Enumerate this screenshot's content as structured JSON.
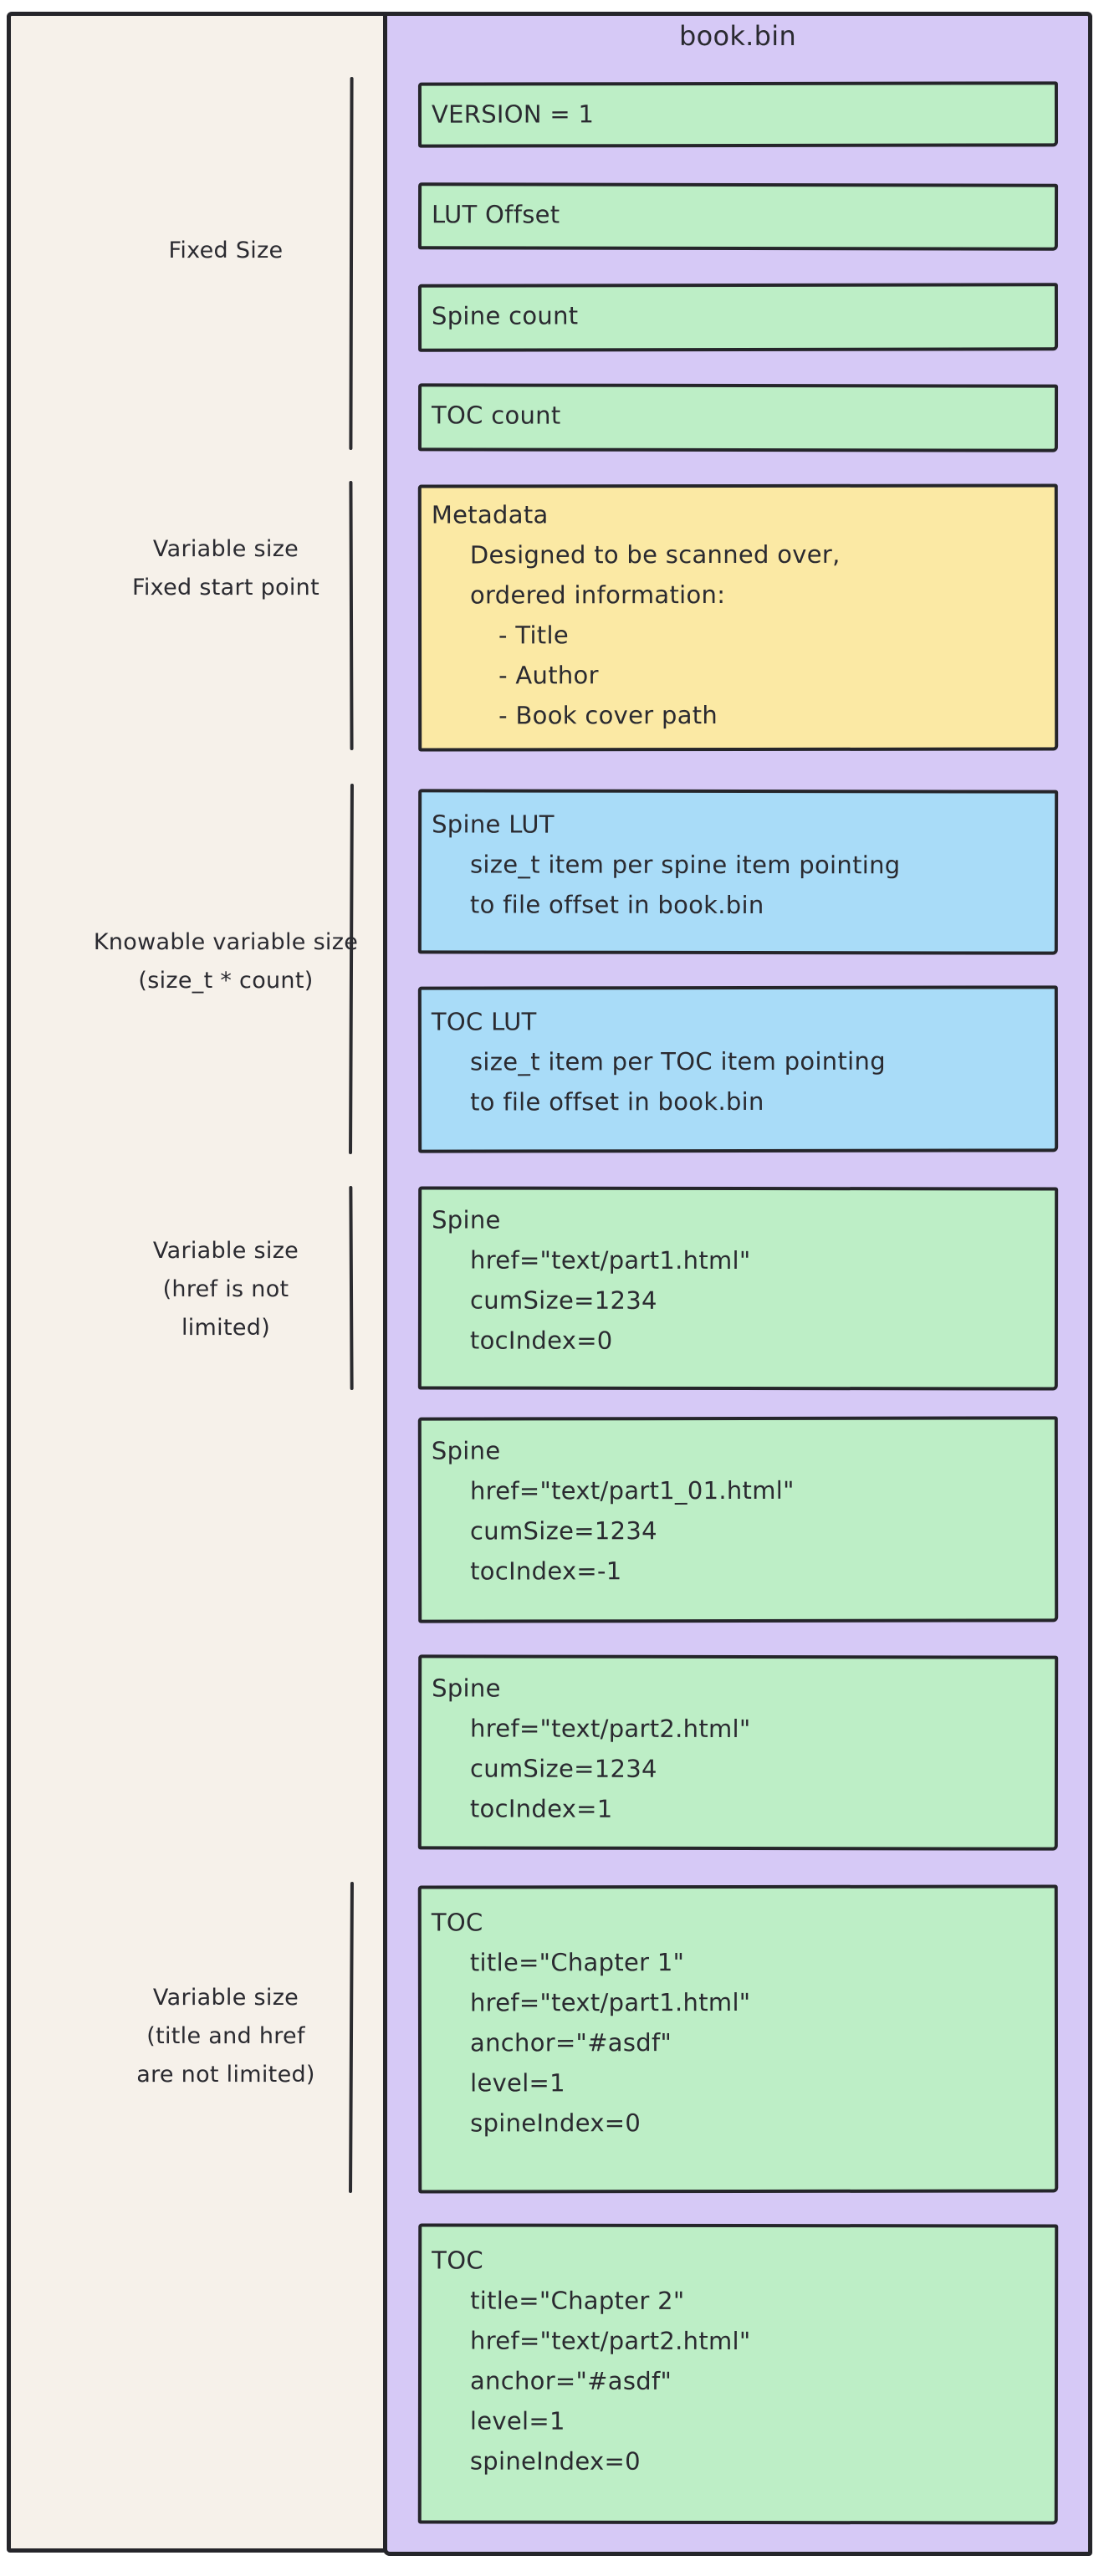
{
  "title": "book.bin",
  "colors": {
    "paper": "#f6f1ea",
    "purple": "#d6c9f6",
    "green": "#bdeec6",
    "yellow": "#fbe9a4",
    "blue": "#a9dcf8",
    "ink": "#25252a",
    "text": "#2a2a30"
  },
  "side_labels": [
    {
      "lines": [
        "Fixed Size"
      ]
    },
    {
      "lines": [
        "Variable size",
        "Fixed start point"
      ]
    },
    {
      "lines": [
        "Knowable variable size",
        "(size_t * count)"
      ]
    },
    {
      "lines": [
        "Variable size",
        "(href is not",
        "limited)"
      ]
    },
    {
      "lines": [
        "Variable size",
        "(title and href",
        "are not limited)"
      ]
    }
  ],
  "boxes": [
    {
      "id": "version",
      "color": "green",
      "lines": [
        "VERSION = 1"
      ]
    },
    {
      "id": "lut-offset",
      "color": "green",
      "lines": [
        "LUT Offset"
      ]
    },
    {
      "id": "spine-count",
      "color": "green",
      "lines": [
        "Spine count"
      ]
    },
    {
      "id": "toc-count",
      "color": "green",
      "lines": [
        "TOC count"
      ]
    },
    {
      "id": "metadata",
      "color": "yellow",
      "lines": [
        "Metadata",
        "Designed to be scanned over,",
        "ordered information:",
        "- Title",
        "- Author",
        "- Book cover path"
      ]
    },
    {
      "id": "spine-lut",
      "color": "blue",
      "lines": [
        "Spine LUT",
        "size_t item per spine item pointing",
        "to file offset in book.bin"
      ]
    },
    {
      "id": "toc-lut",
      "color": "blue",
      "lines": [
        "TOC LUT",
        "size_t item per TOC item pointing",
        "to file offset in book.bin"
      ]
    },
    {
      "id": "spine-1",
      "color": "green",
      "lines": [
        "Spine",
        "href=\"text/part1.html\"",
        "cumSize=1234",
        "tocIndex=0"
      ]
    },
    {
      "id": "spine-2",
      "color": "green",
      "lines": [
        "Spine",
        "href=\"text/part1_01.html\"",
        "cumSize=1234",
        "tocIndex=-1"
      ]
    },
    {
      "id": "spine-3",
      "color": "green",
      "lines": [
        "Spine",
        "href=\"text/part2.html\"",
        "cumSize=1234",
        "tocIndex=1"
      ]
    },
    {
      "id": "toc-1",
      "color": "green",
      "lines": [
        "TOC",
        "title=\"Chapter 1\"",
        "href=\"text/part1.html\"",
        "anchor=\"#asdf\"",
        "level=1",
        "spineIndex=0"
      ]
    },
    {
      "id": "toc-2",
      "color": "green",
      "lines": [
        "TOC",
        "title=\"Chapter 2\"",
        "href=\"text/part2.html\"",
        "anchor=\"#asdf\"",
        "level=1",
        "spineIndex=0"
      ]
    }
  ]
}
